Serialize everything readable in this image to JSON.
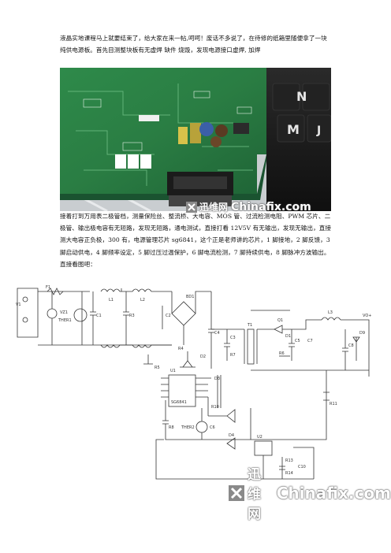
{
  "paragraphs": {
    "intro": "液晶实地课程马上就要结束了，给大家在来一帖,呵呵！废话不多说了，在待修的纸箱里随便拿了一块纯供电源板。首先目测整块板有无虚焊 缺件 烧毁，发现电源接口虚焊, 加焊",
    "steps": "接着打到万用表二极管档，测量保险丝、整流桥、大电容、MOS 管、过流检测电阻、PWM 芯片、二极管、输出极电容有无短路，发现无短路，通电测试，直接打看 12V5V 有无输出，发现无输出，直接测大电容正负极，300 有，电源管理芯片 sg6841，这个正是老师讲的芯片，1 脚接地，2 脚反馈，3 脚启动供电，4 脚频率设定，5 脚过压过温保护，6 脚电流检测，7 脚持续供电，8 脚脉冲方波输出。直接看图吧："
  },
  "watermark": {
    "cn": "迅维网",
    "en": "Chinafix.com"
  },
  "photo_labels": {
    "key_n": "N",
    "key_m": "M",
    "key_j": "J"
  },
  "schematic_labels": {
    "f1": "F1",
    "vz1": "VZ1",
    "ther1": "THER1",
    "c1": "C1",
    "l1": "L1",
    "l2": "L2",
    "r3": "R3",
    "c2": "C2",
    "c4": "C4",
    "r4": "R4",
    "r5": "R5",
    "d2": "D2",
    "bd1": "BD1",
    "d3": "D3",
    "q1": "Q1",
    "u1": "U1",
    "ic": "SG6841",
    "r8": "R8",
    "r10": "R10",
    "r11": "R11",
    "ther2": "THER2",
    "c6": "C6",
    "d4": "D4",
    "c3": "C3",
    "r7": "R7",
    "t1": "T1",
    "d1": "D1",
    "r6": "R6",
    "c5": "C5",
    "c7": "C7",
    "l3": "L3",
    "c8": "C8",
    "d9": "D9",
    "u2": "U2",
    "r13": "R13",
    "r14": "R14",
    "c10": "C10",
    "vo": "VO+",
    "v1": "V1"
  }
}
